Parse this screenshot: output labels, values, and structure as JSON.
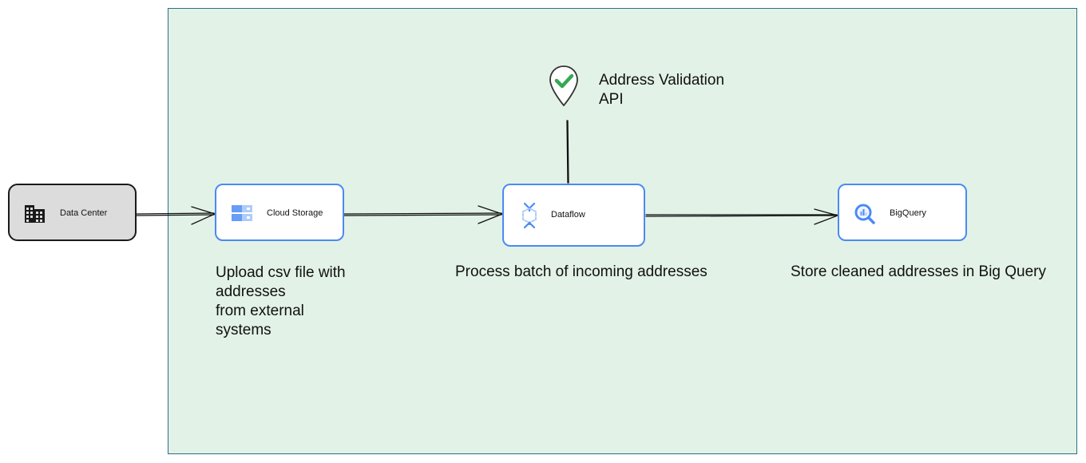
{
  "nodes": {
    "data_center": {
      "label": "Data Center",
      "icon": "building-icon"
    },
    "cloud_storage": {
      "label": "Cloud Storage",
      "icon": "cloud-storage-icon"
    },
    "dataflow": {
      "label": "Dataflow",
      "icon": "dataflow-icon"
    },
    "bigquery": {
      "label": "BigQuery",
      "icon": "bigquery-icon"
    }
  },
  "api": {
    "label": "Address Validation\nAPI",
    "icon": "location-check-pin-icon"
  },
  "captions": {
    "cloud_storage": "Upload csv file with\naddresses\nfrom external\nsystems",
    "dataflow": "Process batch of incoming addresses",
    "bigquery": "Store cleaned addresses in Big Query"
  },
  "colors": {
    "region_fill": "#e2f2e6",
    "region_border": "#2b6f8c",
    "node_border": "#4a8af4",
    "gcp_blue": "#4a8af4",
    "gcp_light_blue": "#aecbfa",
    "check_green": "#34a853",
    "pin_stroke": "#333333"
  },
  "edges": [
    {
      "from": "data_center",
      "to": "cloud_storage"
    },
    {
      "from": "cloud_storage",
      "to": "dataflow"
    },
    {
      "from": "dataflow",
      "to": "bigquery"
    },
    {
      "from": "api",
      "to": "dataflow"
    }
  ]
}
